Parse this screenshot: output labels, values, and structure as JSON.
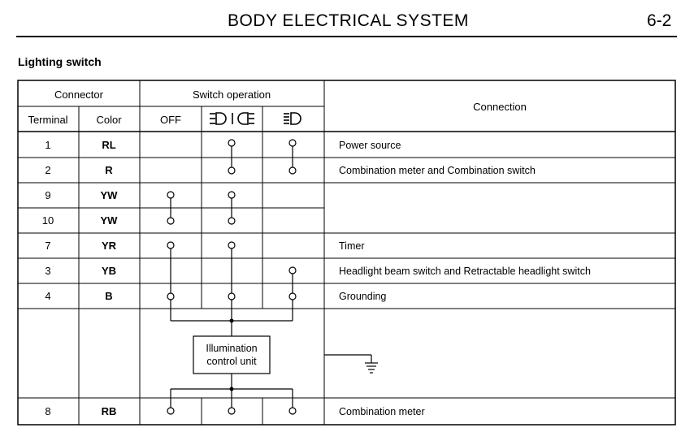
{
  "header": {
    "title": "BODY ELECTRICAL SYSTEM",
    "page_number": "6-2"
  },
  "section_title": "Lighting switch",
  "table": {
    "group_headers": {
      "connector": "Connector",
      "switch_operation": "Switch operation",
      "connection": "Connection"
    },
    "column_headers": {
      "terminal": "Terminal",
      "color": "Color",
      "off": "OFF",
      "tail_icon": "parking-light-icon",
      "head_icon": "headlight-icon"
    },
    "rows": [
      {
        "terminal": "1",
        "color": "RL",
        "connection": "Power source"
      },
      {
        "terminal": "2",
        "color": "R",
        "connection": "Combination meter and Combination switch"
      },
      {
        "terminal": "9",
        "color": "YW",
        "connection": ""
      },
      {
        "terminal": "10",
        "color": "YW",
        "connection": ""
      },
      {
        "terminal": "7",
        "color": "YR",
        "connection": "Timer"
      },
      {
        "terminal": "3",
        "color": "YB",
        "connection": "Headlight beam switch and Retractable headlight switch"
      },
      {
        "terminal": "4",
        "color": "B",
        "connection": "Grounding"
      },
      {
        "terminal": "",
        "color": "",
        "connection": ""
      },
      {
        "terminal": "8",
        "color": "RB",
        "connection": "Combination meter"
      }
    ],
    "illumination_unit": {
      "line1": "Illumination",
      "line2": "control unit"
    },
    "ground_icon": "ground-symbol-icon"
  }
}
